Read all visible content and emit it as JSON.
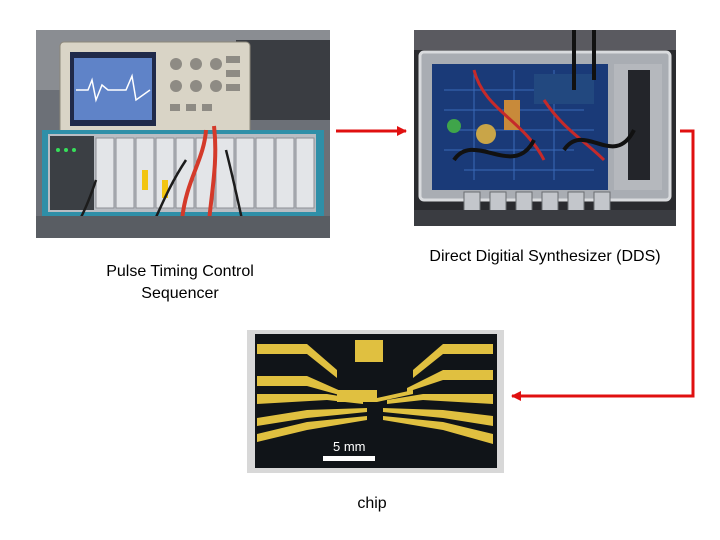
{
  "labels": {
    "sequencer": "Pulse Timing Control Sequencer",
    "dds": "Direct Digitial Synthesizer (DDS)",
    "chip": "chip"
  },
  "chip_scale_bar": "5 mm",
  "colors": {
    "arrow": "#e01010",
    "chip_gold": "#e0c040",
    "chip_substrate": "#101418",
    "pcb_blue": "#1a3a78"
  }
}
